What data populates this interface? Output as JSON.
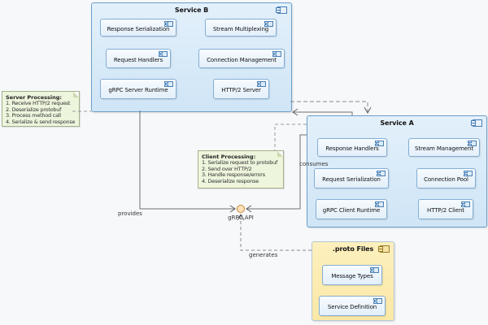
{
  "diagram": {
    "service_b": {
      "title": "Service B",
      "components": [
        "Response Serialization",
        "Stream Multiplexing",
        "Request Handlers",
        "Connection Management",
        "gRPC Server Runtime",
        "HTTP/2 Server"
      ]
    },
    "service_a": {
      "title": "Service A",
      "components": [
        "Response Handlers",
        "Stream Management",
        "Request Serialization",
        "Connection Pool",
        "gRPC Client Runtime",
        "HTTP/2 Client"
      ]
    },
    "proto_files": {
      "title": ".proto Files",
      "components": [
        "Message Types",
        "Service Definition"
      ]
    },
    "notes": {
      "server": {
        "title": "Server Processing:",
        "lines": [
          "1. Receive HTTP/2 request",
          "2. Deserialize protobuf",
          "3. Process method call",
          "4. Serialize & send response"
        ]
      },
      "client": {
        "title": "Client Processing:",
        "lines": [
          "1. Serialize request to protobuf",
          "2. Send over HTTP/2",
          "3. Handle response/errors",
          "4. Deserialize response"
        ]
      }
    },
    "interface": {
      "label": "gRPC API"
    },
    "edge_labels": {
      "provides": "provides",
      "consumes": "consumes",
      "generates": "generates"
    },
    "colors": {
      "service_fill": "#d9eafa",
      "service_border": "#6b9ec9",
      "component_fill": "#eef6fc",
      "component_border": "#85aed3",
      "note_fill": "#edf5dd",
      "note_border": "#a3b18a",
      "proto_fill": "#fceeb5",
      "line": "#707070",
      "lollipop_fill": "#fce3bb",
      "lollipop_border": "#c8862f"
    }
  }
}
